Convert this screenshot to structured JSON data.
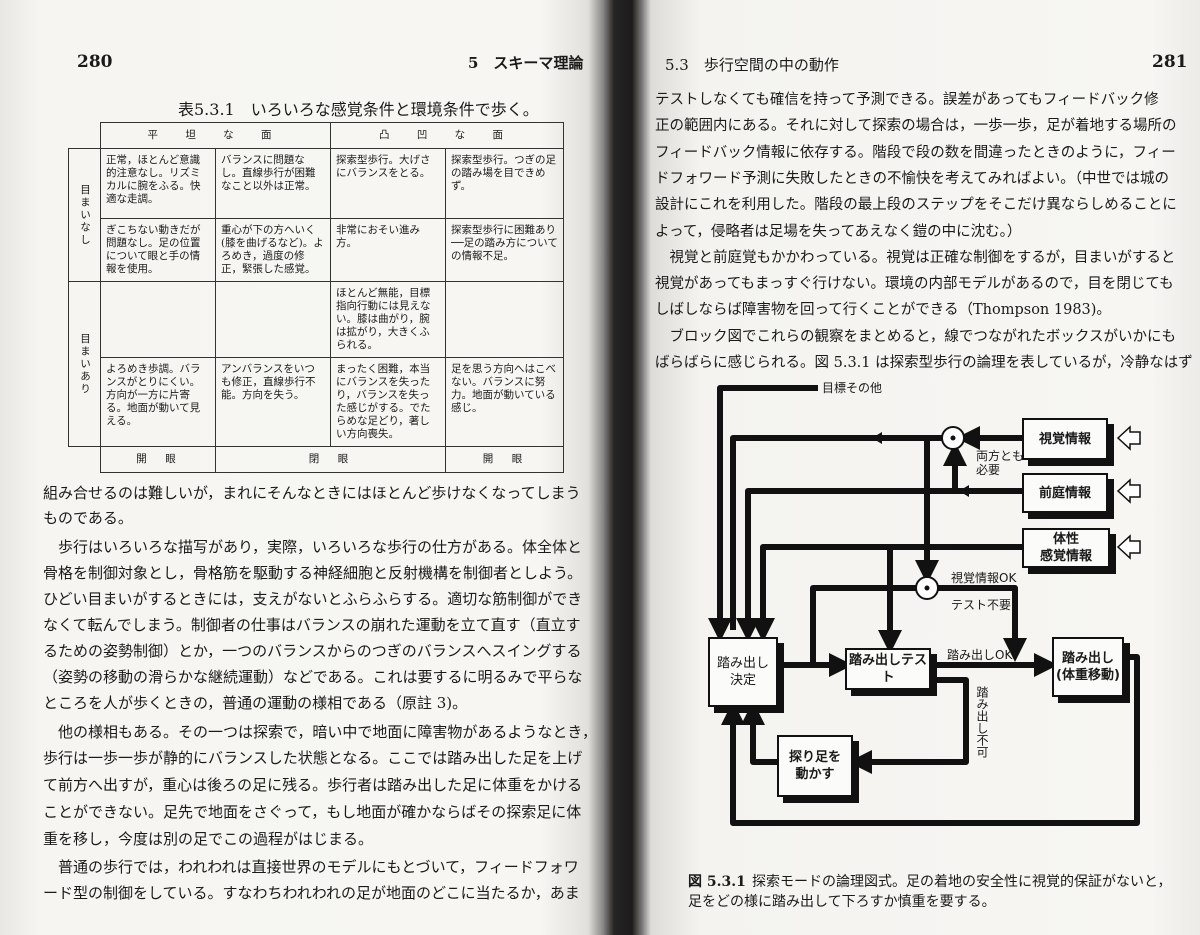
{
  "left_page": {
    "page_number": "280",
    "running_head": "5　スキーマ理論",
    "table": {
      "title": "表5.3.1　いろいろな感覚条件と環境条件で歩く。",
      "col_groups": [
        "平 坦 な 面",
        "凸 凹 な 面"
      ],
      "row_groups": [
        "目まいなし",
        "目まいあり"
      ],
      "rows": [
        [
          "正常，ほとんど意識的注意なし。リズミカルに腕をふる。快適な走調。",
          "バランスに問題なし。直線歩行が困難なこと以外は正常。",
          "探索型歩行。大げさにバランスをとる。",
          "探索型歩行。つぎの足の踏み場を目できめず。"
        ],
        [
          "ぎこちない動きだが問題なし。足の位置について眼と手の情報を使用。",
          "重心が下の方へいく(膝を曲げるなど)。よろめき，過度の修正，緊張した感覚。",
          "非常におそい進み方。",
          "探索型歩行に困難あり──足の踏み方についての情報不足。"
        ],
        [
          "",
          "",
          "ほとんど無能，目標指向行動には見えない。膝は曲がり，腕は拡がり，大きくふられる。",
          ""
        ],
        [
          "よろめき歩調。バランスがとりにくい。方向が一方に片寄る。地面が動いて見える。",
          "アンバランスをいつも修正，直線歩行不能。方向を失う。",
          "まったく困難，本当にバランスを失ったり，バランスを失った感じがする。でたらめな足どり，著しい方向喪失。",
          "足を思う方向へはこべない。バランスに努力。地面が動いている感じ。"
        ]
      ],
      "footer": [
        "開　眼",
        "閉　眼",
        "開　眼"
      ]
    },
    "lines": [
      "組み合せるのは難しいが，まれにそんなときにはほとんど歩けなくなってしまう",
      "ものである。",
      "　歩行はいろいろな描写があり，実際，いろいろな歩行の仕方がある。体全体と",
      "骨格を制御対象とし，骨格筋を駆動する神経細胞と反射機構を制御者としよう。",
      "ひどい目まいがするときには，支えがないとふらふらする。適切な筋制御ができ",
      "なくて転んでしまう。制御者の仕事はバランスの崩れた運動を立て直す（直立す",
      "るための姿勢制御）とか，一つのバランスからのつぎのバランスへスイングする",
      "（姿勢の移動の滑らかな継続運動）などである。これは要するに明るみで平らな",
      "ところを人が歩くときの，普通の運動の様相である（原註 3)。",
      "　他の様相もある。その一つは探索で，暗い中で地面に障害物があるようなとき，",
      "歩行は一歩一歩が静的にバランスした状態となる。ここでは踏み出した足を上げ",
      "て前方へ出すが，重心は後ろの足に残る。歩行者は踏み出した足に体重をかける",
      "ことができない。足先で地面をさぐって，もし地面が確かならばその探索足に体",
      "重を移し，今度は別の足でこの過程がはじまる。",
      "　普通の歩行では，われわれは直接世界のモデルにもとづいて，フィードフォワ",
      "ード型の制御をしている。すなわちわれわれの足が地面のどこに当たるか，あま"
    ]
  },
  "right_page": {
    "page_number": "281",
    "running_head": "5.3　歩行空間の中の動作",
    "lines": [
      "テストしなくても確信を持って予測できる。誤差があってもフィードバック修",
      "正の範囲内にある。それに対して探索の場合は，一歩一歩，足が着地する場所の",
      "フィードバック情報に依存する。階段で段の数を間違ったときのように，フィー",
      "ドフォワード予測に失敗したときの不愉快を考えてみればよい。（中世では城の",
      "設計にこれを利用した。階段の最上段のステップをそこだけ異ならしめることに",
      "よって，侵略者は足場を失ってあえなく鎧の中に沈む。）",
      "　視覚と前庭覚もかかわっている。視覚は正確な制御をするが，目まいがすると",
      "視覚があってもまっすぐ行けない。環境の内部モデルがあるので，目を閉じても",
      "しばしならば障害物を回って行くことができる（Thompson 1983)。",
      "　ブロック図でこれらの観察をまとめると，線でつながれたボックスがいかにも",
      "ばらばらに感じられる。図 5.3.1 は探索型歩行の論理を表しているが，冷静なはず"
    ],
    "figure": {
      "boxes": {
        "visual": "視覚情報",
        "vestibular": "前庭情報",
        "somatic": "体性\n感覚情報",
        "decide": "踏み出し\n決定",
        "test": "踏み出しテスト",
        "step": "踏み出し\n(体重移動)",
        "probe": "探り足を\n動かす"
      },
      "labels": {
        "goal": "目標その他",
        "both_required_1": "両方とも",
        "both_required_2": "必要",
        "visual_ok": "視覚情報OK",
        "no_test": "テスト不要",
        "step_ok": "踏み出しOK",
        "step_ng": "踏み出し不可"
      },
      "caption_number": "図 5.3.1",
      "caption_line1": "探索モードの論理図式。足の着地の安全性に視覚的保証がないと，",
      "caption_line2": "足をどの様に踏み出して下ろすか慎重を要する。"
    }
  }
}
